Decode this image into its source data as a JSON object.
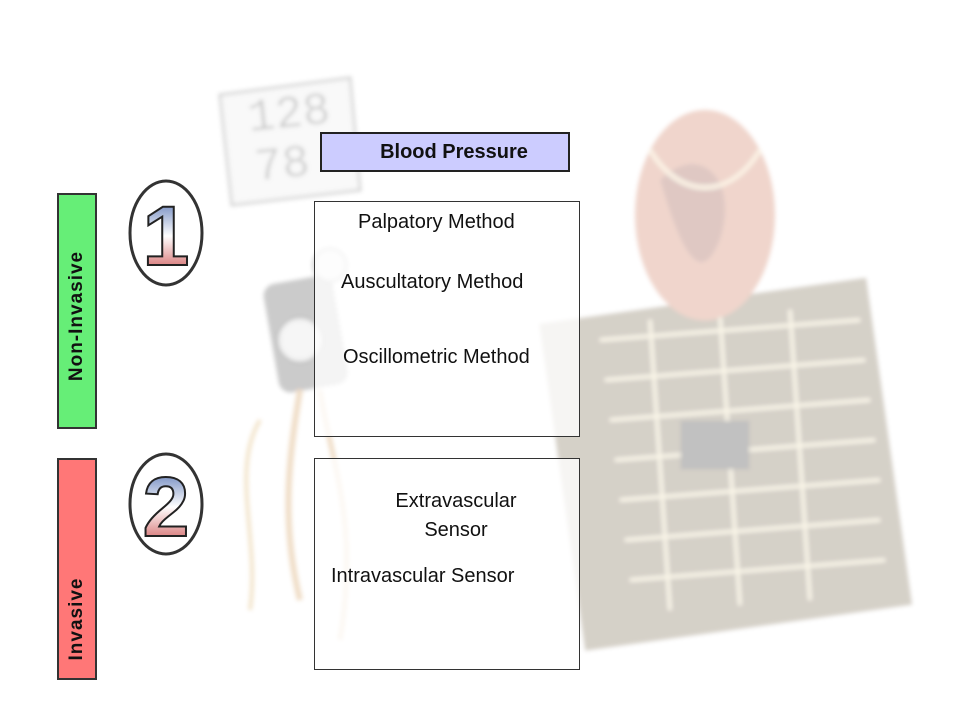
{
  "title": "Blood Pressure",
  "categories": [
    {
      "number": "1",
      "label": "Non-Invasive",
      "color": "#66ee77",
      "methods": [
        "Palpatory Method",
        "Auscultatory Method",
        "Oscillometric Method"
      ]
    },
    {
      "number": "2",
      "label": "Invasive",
      "color": "#ff7777",
      "methods": [
        "Extravascular Sensor",
        "Intravascular Sensor"
      ]
    }
  ],
  "background": {
    "monitor_readings": [
      "128",
      "78"
    ]
  },
  "colors": {
    "title_bg": "#ccccff",
    "badge_top": "#3d5fa8",
    "badge_bottom": "#c63a3a"
  }
}
